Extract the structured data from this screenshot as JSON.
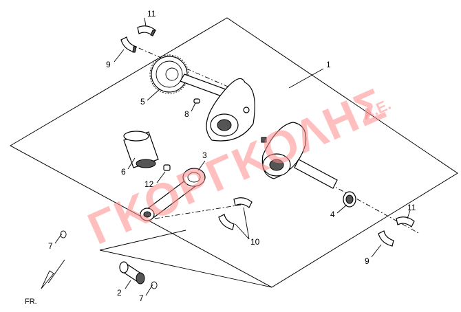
{
  "watermark": {
    "text": "ΓΚΟΡΓΚΟΛΗΣ",
    "suffix": "Α.Ε."
  },
  "direction": {
    "label": "FR."
  },
  "callouts": [
    {
      "id": "1",
      "text": "1"
    },
    {
      "id": "2",
      "text": "2"
    },
    {
      "id": "3",
      "text": "3"
    },
    {
      "id": "4",
      "text": "4"
    },
    {
      "id": "5",
      "text": "5"
    },
    {
      "id": "6",
      "text": "6"
    },
    {
      "id": "7a",
      "text": "7"
    },
    {
      "id": "7b",
      "text": "7"
    },
    {
      "id": "8",
      "text": "8"
    },
    {
      "id": "9a",
      "text": "9"
    },
    {
      "id": "9b",
      "text": "9"
    },
    {
      "id": "10",
      "text": "10"
    },
    {
      "id": "11a",
      "text": "11"
    },
    {
      "id": "11b",
      "text": "11"
    },
    {
      "id": "12",
      "text": "12"
    }
  ],
  "colors": {
    "line": "#000000",
    "watermark": "#ff8c8c",
    "background": "#ffffff"
  }
}
